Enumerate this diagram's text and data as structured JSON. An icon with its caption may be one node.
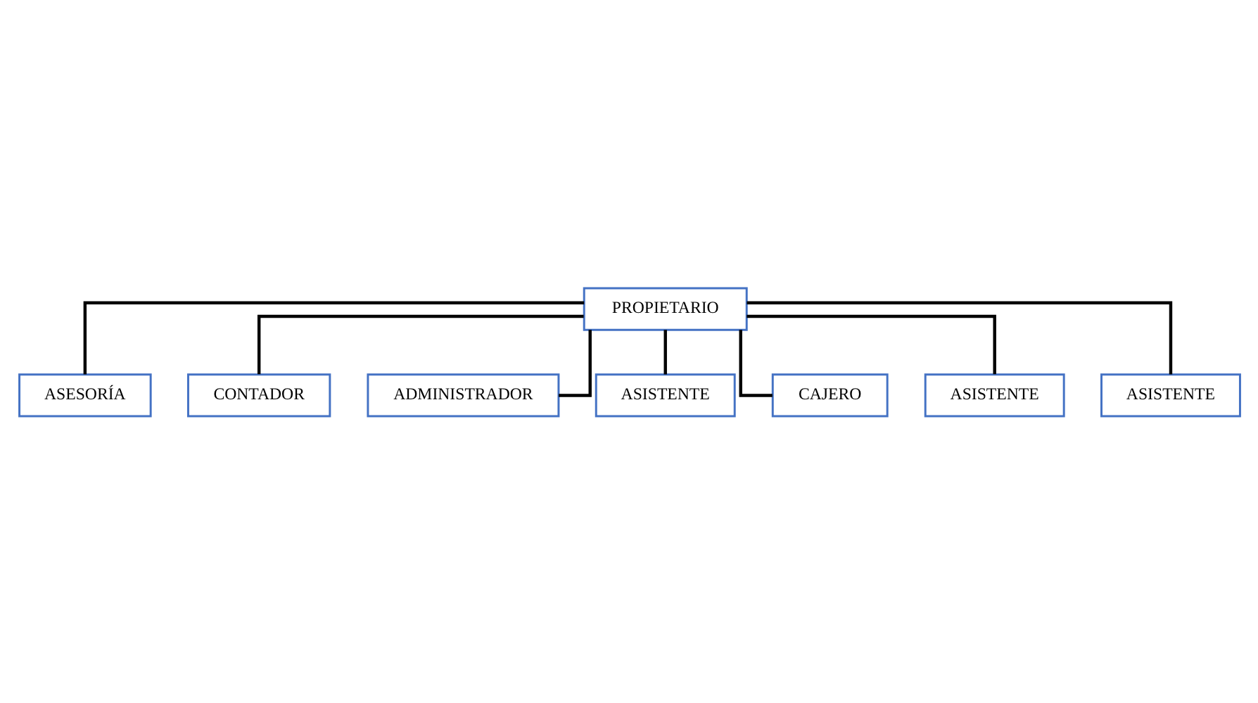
{
  "diagram": {
    "nodes": [
      {
        "text": [
          "PROPIETARIO"
        ]
      },
      {
        "text": [
          "ASESORÍA"
        ]
      },
      {
        "text": [
          "CONTADOR"
        ]
      },
      {
        "text": [
          "ADMINISTRADOR"
        ]
      },
      {
        "text": [
          "ASISTENTE"
        ]
      },
      {
        "text": [
          "CAJERO"
        ]
      },
      {
        "text": [
          "ASISTENTE"
        ]
      },
      {
        "text": [
          "ASISTENTE"
        ]
      }
    ],
    "edges": [
      {
        "from": 0,
        "to": 1,
        "arrow": "none"
      },
      {
        "from": 0,
        "to": 2,
        "arrow": "none"
      },
      {
        "from": 0,
        "to": 3,
        "arrow": "none"
      },
      {
        "from": 0,
        "to": 4,
        "arrow": "none"
      },
      {
        "from": 0,
        "to": 5,
        "arrow": "none"
      },
      {
        "from": 0,
        "to": 6,
        "arrow": "none"
      },
      {
        "from": 0,
        "to": 7,
        "arrow": "none"
      }
    ]
  }
}
